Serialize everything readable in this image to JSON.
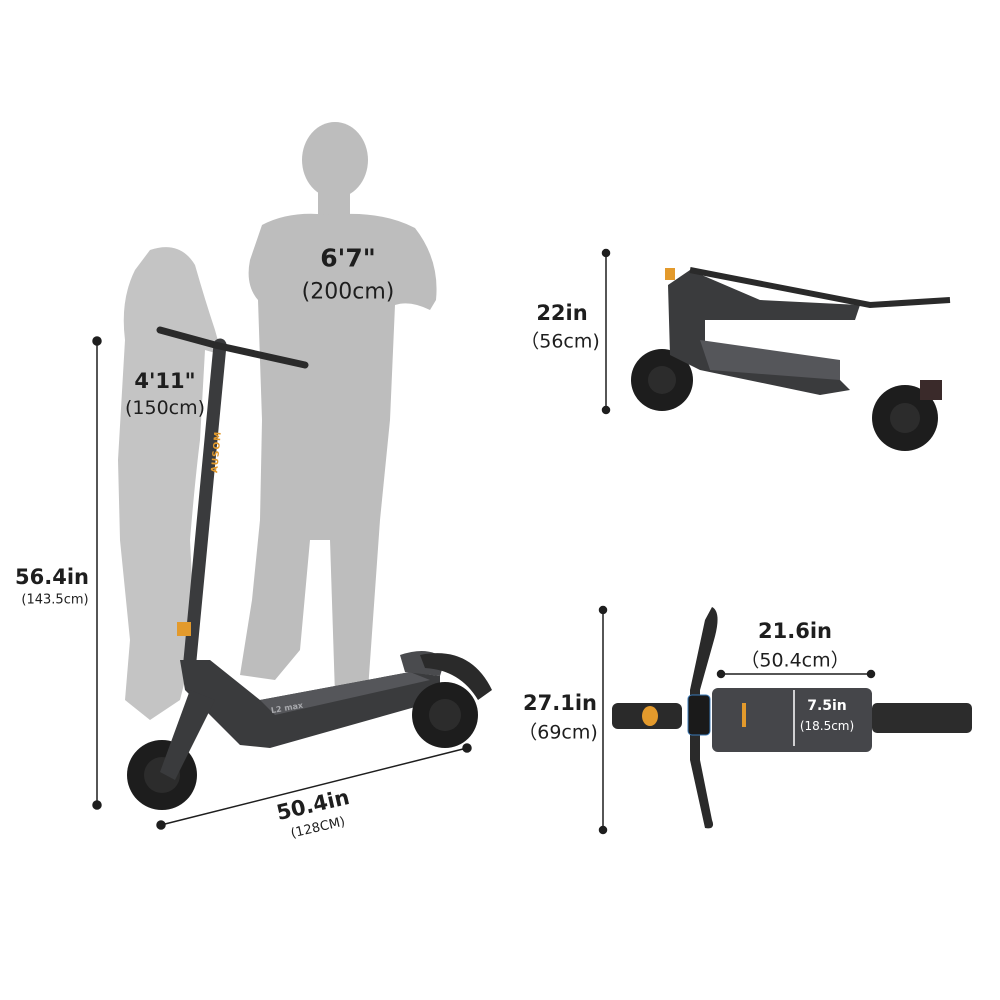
{
  "colors": {
    "silhouette": "#bdbdbd",
    "scooter_body": "#3a3b3d",
    "tire": "#1d1d1d",
    "accent": "#e39a2c",
    "dimension_line": "#1e1e1e"
  },
  "people": {
    "tall": {
      "height_ft": "6'7\"",
      "height_cm": "(200cm)"
    },
    "short": {
      "height_ft": "4'11\"",
      "height_cm": "(150cm)"
    }
  },
  "unfolded": {
    "height_in": "56.4in",
    "height_cm": "(143.5cm)",
    "length_in": "50.4in",
    "length_cm": "(128CM)"
  },
  "folded": {
    "height_in": "22in",
    "height_cm": "（56cm)"
  },
  "top_view": {
    "handlebar_width_in": "27.1in",
    "handlebar_width_cm": "（69cm)",
    "deck_length_in": "21.6in",
    "deck_length_cm": "（50.4cm）",
    "deck_width_in": "7.5in",
    "deck_width_cm": "(18.5cm)"
  },
  "branding": {
    "brand": "AUSOM",
    "model": "L2 max"
  }
}
